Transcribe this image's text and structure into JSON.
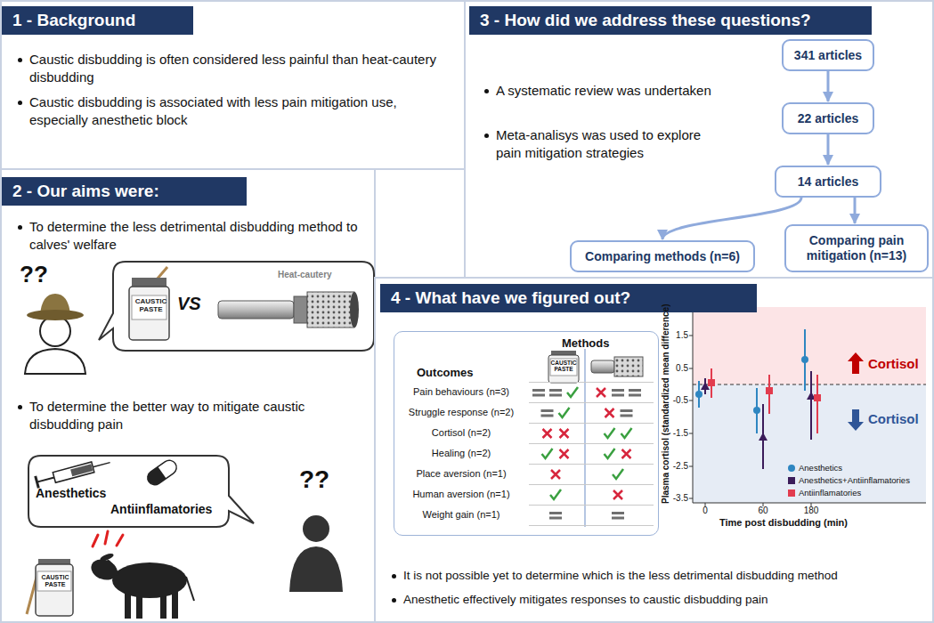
{
  "diagram": {
    "nodes": [
      {
        "text": [
          "1 - Background",
          "Caustic disbudding is often considered less painful than heat-cautery disbudding",
          "Caustic disbudding is associated with less pain mitigation use, especially anesthetic block"
        ]
      },
      {
        "text": [
          "2 - Our aims were:",
          "To determine the less detrimental disbudding method to calves' welfare",
          "To determine the better way to mitigate caustic disbudding pain"
        ]
      },
      {
        "text": [
          "CAUSTIC PASTE",
          "VS",
          "Heat-cautery"
        ],
        "in": 1
      },
      {
        "text": [
          "Anesthetics",
          "Antiinflamatories"
        ],
        "in": 1
      },
      {
        "text": [
          "3 - How did we address these questions?",
          "A systematic review was undertaken",
          "Meta-analisys was used to explore pain mitigation strategies"
        ]
      },
      {
        "text": [
          "341 articles"
        ],
        "in": 4
      },
      {
        "text": [
          "22 articles"
        ],
        "in": 4
      },
      {
        "text": [
          "14 articles"
        ],
        "in": 4
      },
      {
        "text": [
          "Comparing methods (n=6)"
        ],
        "in": 4
      },
      {
        "text": [
          "Comparing pain mitigation (n=13)"
        ],
        "in": 4
      },
      {
        "text": [
          "4 - What have we figured out?",
          "It is not possible yet to determine which is the less detrimental disbudding method",
          "Anesthetic effectively mitigates responses to caustic disbudding pain"
        ]
      },
      {
        "text": [
          "Methods",
          "Outcomes"
        ],
        "in": 10
      }
    ],
    "edges": [
      {
        "from": 5,
        "to": 6,
        "arrow": "to"
      },
      {
        "from": 6,
        "to": 7,
        "arrow": "to"
      },
      {
        "from": 7,
        "to": 8,
        "arrow": "to"
      },
      {
        "from": 7,
        "to": 9,
        "arrow": "to"
      }
    ],
    "labels": [
      "??",
      "??",
      "CAUSTIC PASTE",
      "Pain behaviours (n=3)",
      "Struggle response (n=2)",
      "Cortisol (n=2)",
      "Healing (n=2)",
      "Place aversion (n=1)",
      "Human aversion (n=1)",
      "Weight gain (n=1)",
      "CAUSTIC PASTE",
      "1.5",
      "0.5",
      "-0.5",
      "-1.5",
      "-2.5",
      "-3.5",
      "0",
      "60",
      "180",
      "Time post disbudding (min)",
      "Plasma cortisol (standardized mean difference)",
      "Cortisol",
      "Cortisol"
    ],
    "legend": [
      {
        "text": "Anesthetics",
        "color": "#2e86c1"
      },
      {
        "text": "Anesthetics+Antiinflamatories",
        "color": "#3b1c5a"
      },
      {
        "text": "Antiinflamatories",
        "color": "#e23c4e"
      }
    ]
  }
}
